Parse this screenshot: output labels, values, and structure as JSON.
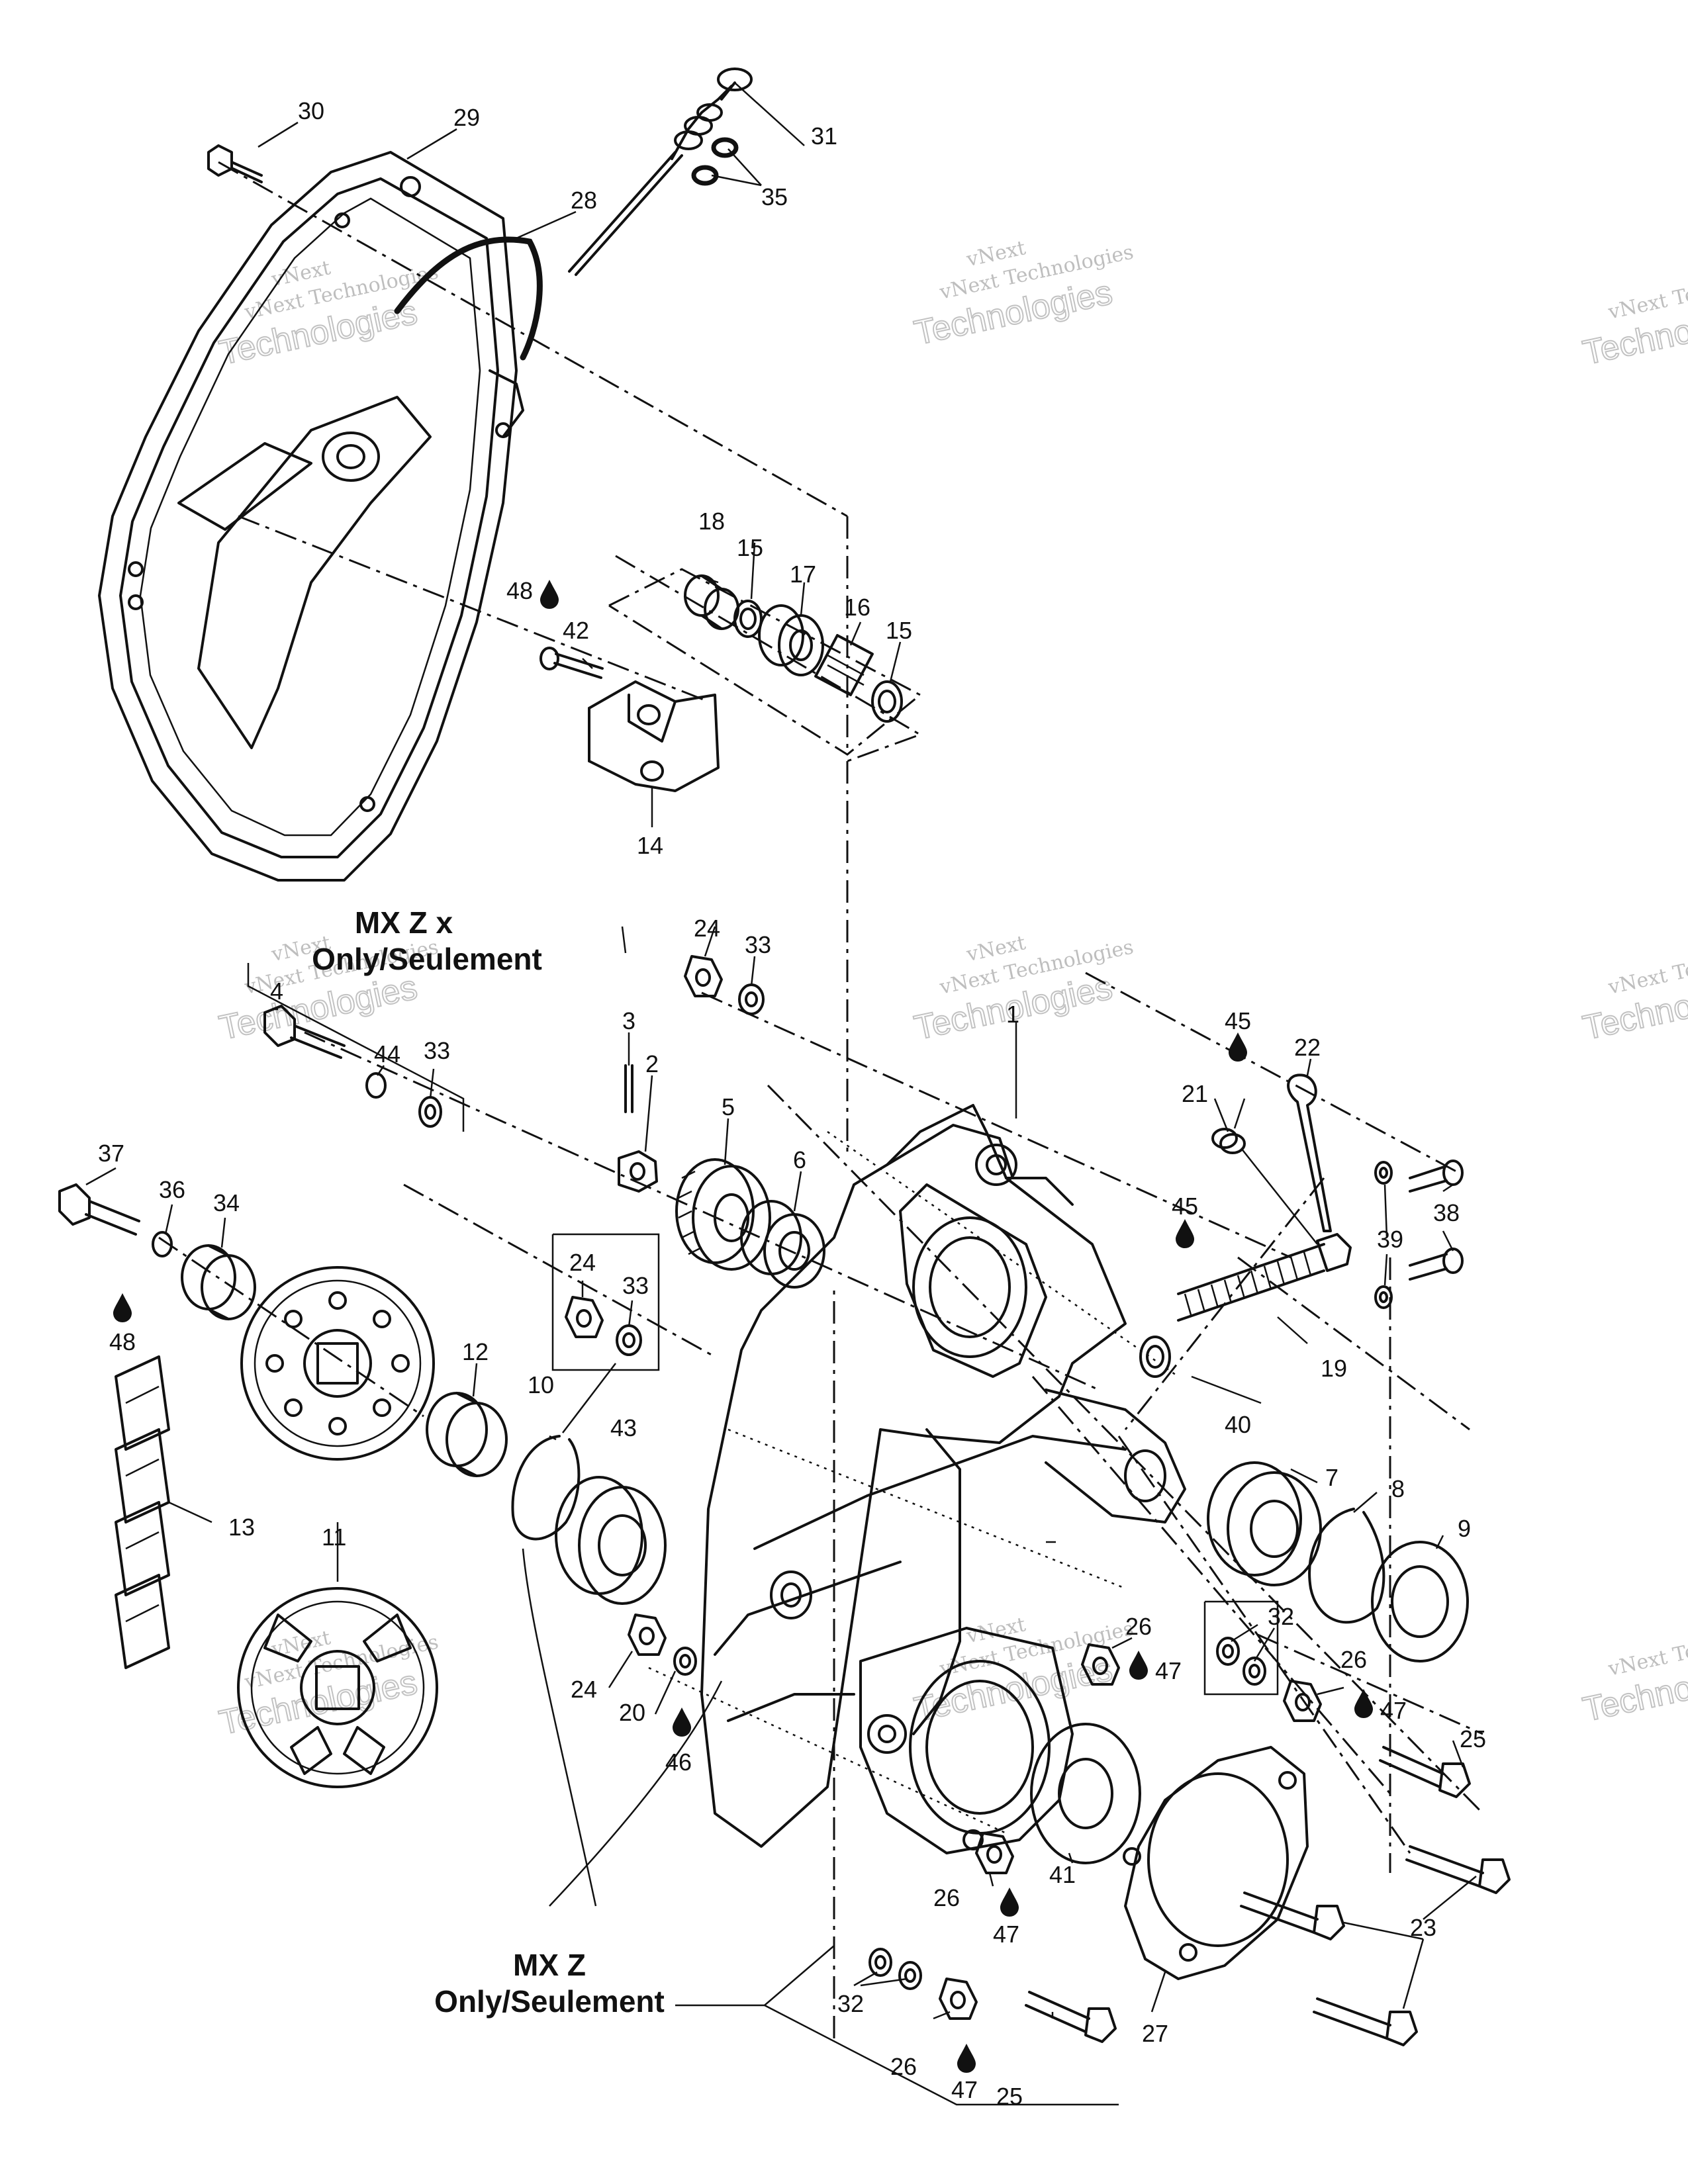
{
  "callouts": {
    "p1": "1",
    "p2": "2",
    "p3": "3",
    "p4": "4",
    "p5": "5",
    "p6": "6",
    "p7": "7",
    "p8": "8",
    "p9": "9",
    "p10": "10",
    "p11": "11",
    "p12": "12",
    "p13": "13",
    "p14": "14",
    "p15a": "15",
    "p15b": "15",
    "p16": "16",
    "p17": "17",
    "p18": "18",
    "p19": "19",
    "p20": "20",
    "p21": "21",
    "p22": "22",
    "p23": "23",
    "p24a": "24",
    "p24b": "24",
    "p24c": "24",
    "p25a": "25",
    "p25b": "25",
    "p26a": "26",
    "p26b": "26",
    "p26c": "26",
    "p26d": "26",
    "p27": "27",
    "p28": "28",
    "p29": "29",
    "p30": "30",
    "p31": "31",
    "p32a": "32",
    "p32b": "32",
    "p33a": "33",
    "p33b": "33",
    "p33c": "33",
    "p34": "34",
    "p35": "35",
    "p36": "36",
    "p37": "37",
    "p38": "38",
    "p39": "39",
    "p40": "40",
    "p41": "41",
    "p42": "42",
    "p43": "43",
    "p44": "44",
    "p45a": "45",
    "p45b": "45",
    "p46": "46",
    "p47a": "47",
    "p47b": "47",
    "p47c": "47",
    "p47d": "47",
    "p48a": "48",
    "p48b": "48"
  },
  "notes": {
    "mxzx_line1": "MX Z x",
    "mxzx_line2": "Only/Seulement",
    "mxz_line1": "MX Z",
    "mxz_line2": "Only/Seulement"
  },
  "watermark": {
    "brand": "vNext",
    "company": "vNext Technologies",
    "word": "Technologies"
  }
}
